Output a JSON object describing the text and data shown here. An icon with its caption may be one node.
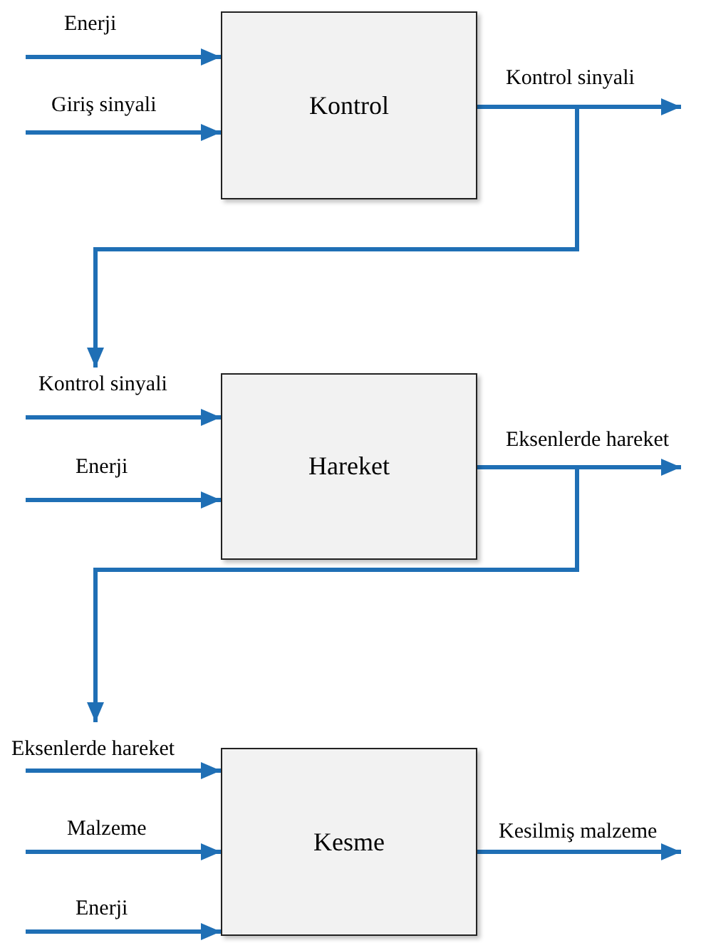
{
  "diagram": {
    "nodes": [
      {
        "text": [
          "Kontrol"
        ]
      },
      {
        "text": [
          "Hareket"
        ]
      },
      {
        "text": [
          "Kesme"
        ]
      }
    ],
    "edges": [
      {
        "from": null,
        "to": 0,
        "arrow": "to",
        "label": "Enerji"
      },
      {
        "from": null,
        "to": 0,
        "arrow": "to",
        "label": "Giriş sinyali"
      },
      {
        "from": 0,
        "to": null,
        "arrow": "to",
        "label": "Kontrol sinyali"
      },
      {
        "from": 0,
        "to": null,
        "arrow": "to"
      },
      {
        "from": null,
        "to": 1,
        "arrow": "to",
        "label": "Kontrol sinyali"
      },
      {
        "from": null,
        "to": 1,
        "arrow": "to",
        "label": "Enerji"
      },
      {
        "from": 1,
        "to": null,
        "arrow": "to",
        "label": "Eksenlerde hareket"
      },
      {
        "from": 1,
        "to": null,
        "arrow": "to"
      },
      {
        "from": null,
        "to": 2,
        "arrow": "to",
        "label": "Eksenlerde hareket"
      },
      {
        "from": null,
        "to": 2,
        "arrow": "to",
        "label": "Malzeme"
      },
      {
        "from": null,
        "to": 2,
        "arrow": "to",
        "label": "Enerji"
      },
      {
        "from": 2,
        "to": null,
        "arrow": "to",
        "label": "Kesilmiş malzeme"
      }
    ]
  }
}
